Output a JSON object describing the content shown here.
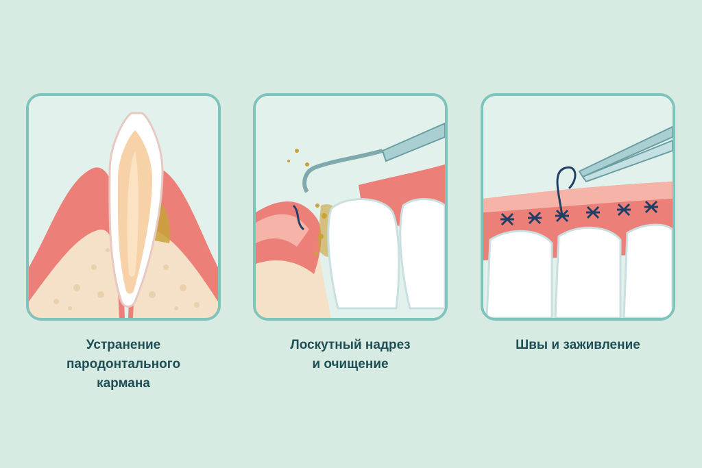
{
  "steps": [
    {
      "caption_lines": [
        "Устранение",
        "пародонтального",
        "кармана"
      ]
    },
    {
      "caption_lines": [
        "Лоскутный надрез",
        "и очищение"
      ]
    },
    {
      "caption_lines": [
        "Швы и заживление"
      ]
    }
  ],
  "colors": {
    "background": "#d7ebe2",
    "panel_border": "#7fc3bd",
    "gum": "#ec8078",
    "gum_light": "#f6b4a8",
    "bone": "#f5e1c7",
    "tooth": "#ffffff",
    "tartar": "#c9a23a",
    "suture": "#1f3f66",
    "instrument": "#a9cfd2",
    "caption_text": "#1f4f56"
  },
  "icons": [
    "tooth-cross-section-icon",
    "curette-instrument-icon",
    "tweezers-instrument-icon",
    "suture-stitch-icon"
  ]
}
